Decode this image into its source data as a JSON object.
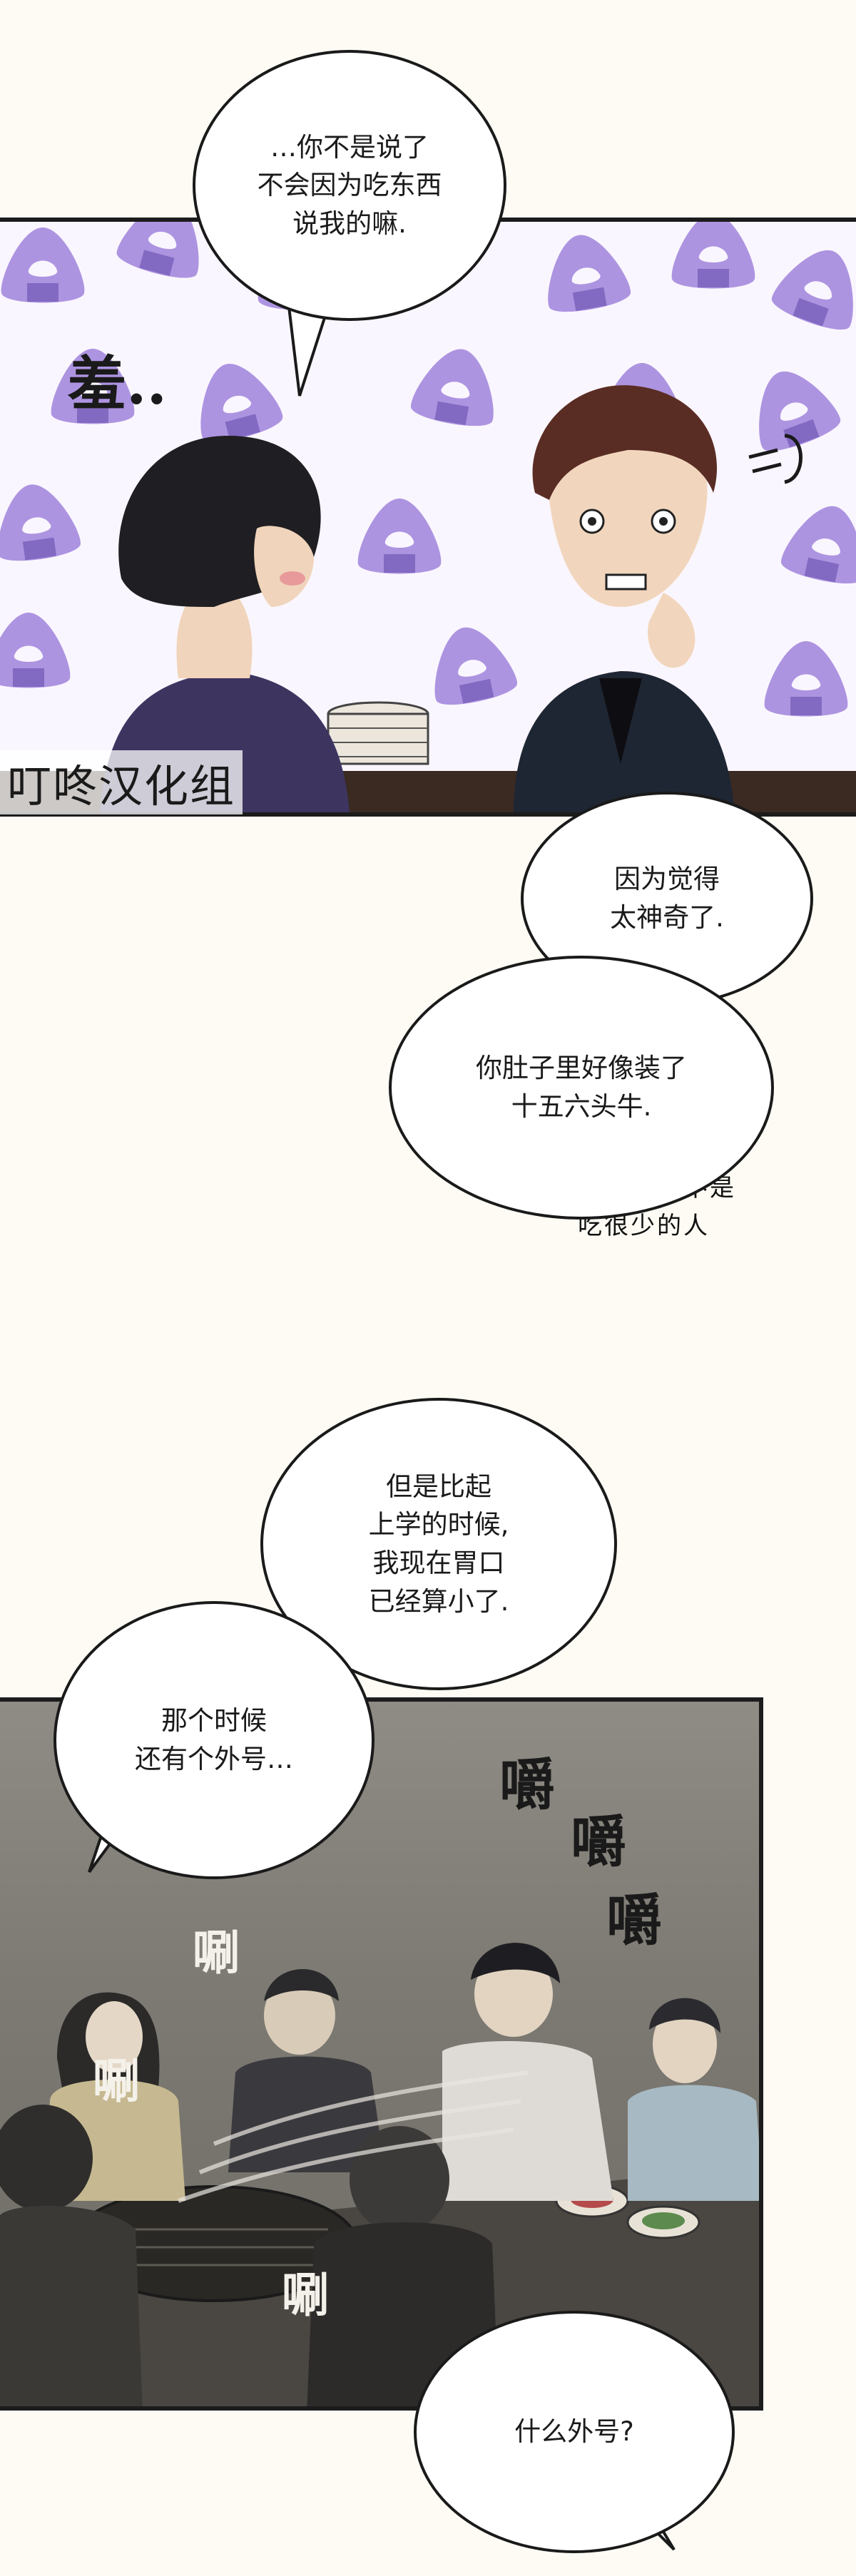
{
  "speech_1": "…你不是说了\n不会因为吃东西\n说我的嘛.",
  "sfx_shy": "羞..",
  "watermark": "叮咚汉化组",
  "speech_2": "因为觉得\n太神奇了.",
  "speech_3": "你肚子里好像装了\n十五六头牛.",
  "aside_note": "虽然我也不是\n吃很少的人",
  "speech_4": "但是比起\n上学的时候,\n我现在胃口\n已经算小了.",
  "speech_5": "那个时候\n还有个外号…",
  "sfx_chew": [
    "嚼",
    "嚼",
    "嚼"
  ],
  "sfx_swish": [
    "唰",
    "唰",
    "唰"
  ],
  "speech_6": "什么外号?",
  "colors": {
    "pattern_purple": "#a98fe0",
    "flashback_gray": "#7d7a73",
    "ink": "#1a1a1a"
  }
}
